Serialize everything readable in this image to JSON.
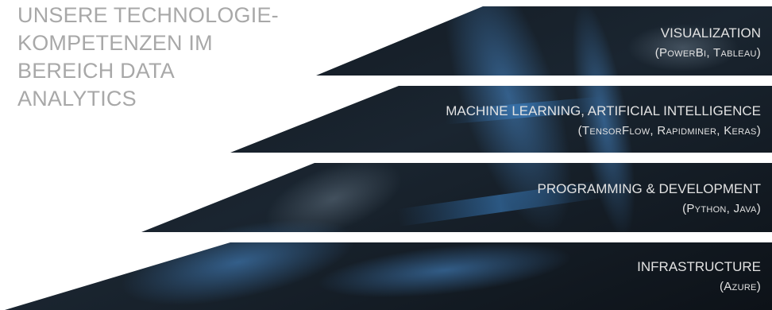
{
  "heading": {
    "lines": [
      "UNSERE TECHNOLOGIE-",
      "KOMPETENZEN IM",
      "BEREICH DATA",
      "ANALYTICS"
    ]
  },
  "bands": [
    {
      "title": "VISUALIZATION",
      "technologies": "(PowerBi, Tableau)"
    },
    {
      "title": "MACHINE LEARNING, ARTIFICIAL INTELLIGENCE",
      "technologies": "(TensorFlow, Rapidminer, Keras)"
    },
    {
      "title": "PROGRAMMING & DEVELOPMENT",
      "technologies": "(Python, Java)"
    },
    {
      "title": "INFRASTRUCTURE",
      "technologies": "(Azure)"
    }
  ],
  "colors": {
    "heading": "#a8a8a8",
    "band_text": "#e2e2e2",
    "band_dark": "#131a22",
    "band_accent": "#2f73b8"
  }
}
